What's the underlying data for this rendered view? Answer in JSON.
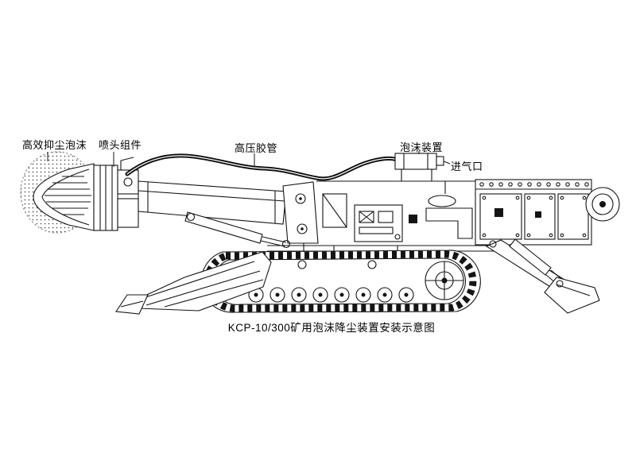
{
  "diagram": {
    "labels": {
      "foam": "高效抑尘泡沫",
      "nozzle": "喷头组件",
      "hose": "高压胶管",
      "foam_device": "泡沫装置",
      "air_inlet": "进气口"
    },
    "caption": "KCP-10/300矿用泡沫降尘装置安装示意图",
    "colors": {
      "line": "#141414",
      "background": "#ffffff"
    }
  }
}
